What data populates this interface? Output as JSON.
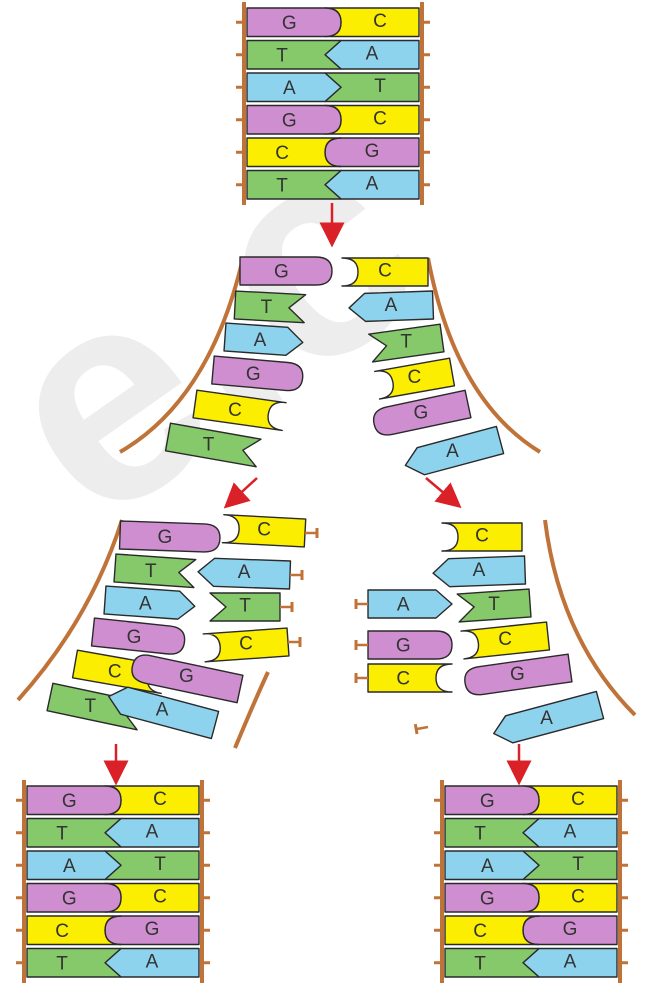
{
  "colors": {
    "G": "#cf8ecf",
    "C": "#fbee00",
    "T": "#86c96a",
    "A": "#8ed3ee",
    "backbone": "#c07338",
    "arrow": "#d92127",
    "watermark": "#d9d9d9"
  },
  "watermark": "e.c",
  "stages": {
    "original": {
      "left": [
        "G",
        "T",
        "A",
        "G",
        "C",
        "T"
      ],
      "right": [
        "C",
        "A",
        "T",
        "C",
        "G",
        "A"
      ]
    },
    "unzipping": {
      "left": [
        "G",
        "T",
        "A",
        "G",
        "C",
        "T"
      ],
      "right": [
        "C",
        "A",
        "T",
        "C",
        "G",
        "A"
      ]
    },
    "replicating_left": {
      "template": [
        "G",
        "T",
        "A",
        "G",
        "C",
        "T"
      ],
      "new": [
        "C",
        "A",
        "T",
        "C",
        "G",
        "A"
      ]
    },
    "replicating_right": {
      "template": [
        "C",
        "A",
        "T",
        "C",
        "G",
        "A"
      ],
      "new": [
        "A",
        "G",
        "C"
      ]
    },
    "daughter_left": {
      "left": [
        "G",
        "T",
        "A",
        "G",
        "C",
        "T"
      ],
      "right": [
        "C",
        "A",
        "T",
        "C",
        "G",
        "A"
      ]
    },
    "daughter_right": {
      "left": [
        "G",
        "T",
        "A",
        "G",
        "C",
        "T"
      ],
      "right": [
        "C",
        "A",
        "T",
        "C",
        "G",
        "A"
      ]
    }
  }
}
